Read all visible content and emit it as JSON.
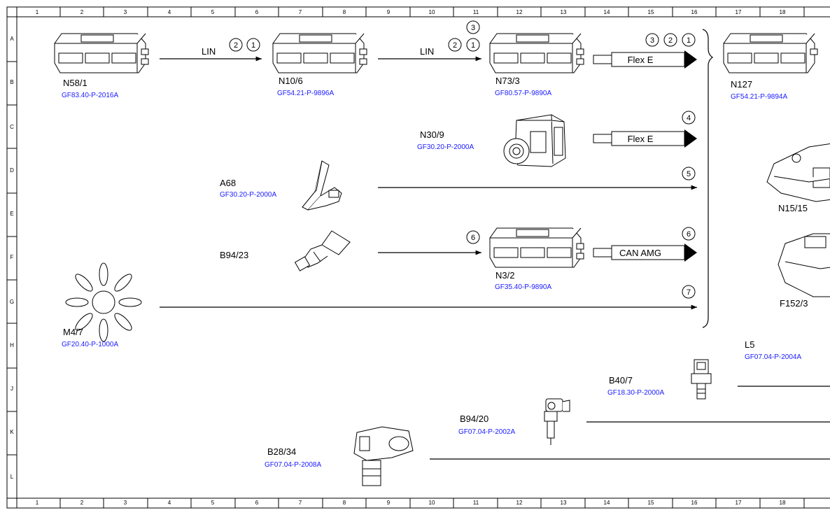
{
  "grid": {
    "columns": [
      "1",
      "2",
      "3",
      "4",
      "5",
      "6",
      "7",
      "8",
      "9",
      "10",
      "11",
      "12",
      "13",
      "14",
      "15",
      "16",
      "17",
      "18"
    ],
    "rows": [
      "A",
      "B",
      "C",
      "D",
      "E",
      "F",
      "G",
      "H",
      "J",
      "K",
      "L"
    ]
  },
  "components": {
    "n58_1": {
      "label": "N58/1",
      "ref": "GF83.40-P-2016A"
    },
    "n10_6": {
      "label": "N10/6",
      "ref": "GF54.21-P-9896A"
    },
    "n73_3": {
      "label": "N73/3",
      "ref": "GF80.57-P-9890A"
    },
    "n127": {
      "label": "N127",
      "ref": "GF54.21-P-9894A"
    },
    "n30_9": {
      "label": "N30/9",
      "ref": "GF30.20-P-2000A"
    },
    "a68": {
      "label": "A68",
      "ref": "GF30.20-P-2000A"
    },
    "b94_23": {
      "label": "B94/23",
      "ref": ""
    },
    "n3_2": {
      "label": "N3/2",
      "ref": "GF35.40-P-9890A"
    },
    "n15_15": {
      "label": "N15/15",
      "ref": ""
    },
    "f152_3": {
      "label": "F152/3",
      "ref": ""
    },
    "m4_7": {
      "label": "M4/7",
      "ref": "GF20.40-P-1000A"
    },
    "l5": {
      "label": "L5",
      "ref": "GF07.04-P-2004A"
    },
    "b40_7": {
      "label": "B40/7",
      "ref": "GF18.30-P-2000A"
    },
    "b94_20": {
      "label": "B94/20",
      "ref": "GF07.04-P-2002A"
    },
    "b28_34": {
      "label": "B28/34",
      "ref": "GF07.04-P-2008A"
    }
  },
  "buses": {
    "lin_1": "LIN",
    "lin_2": "LIN",
    "flex_e_1": "Flex E",
    "flex_e_2": "Flex E",
    "can_amg": "CAN AMG"
  },
  "circle_markers": [
    "1",
    "2",
    "3",
    "4",
    "5",
    "6",
    "7"
  ]
}
